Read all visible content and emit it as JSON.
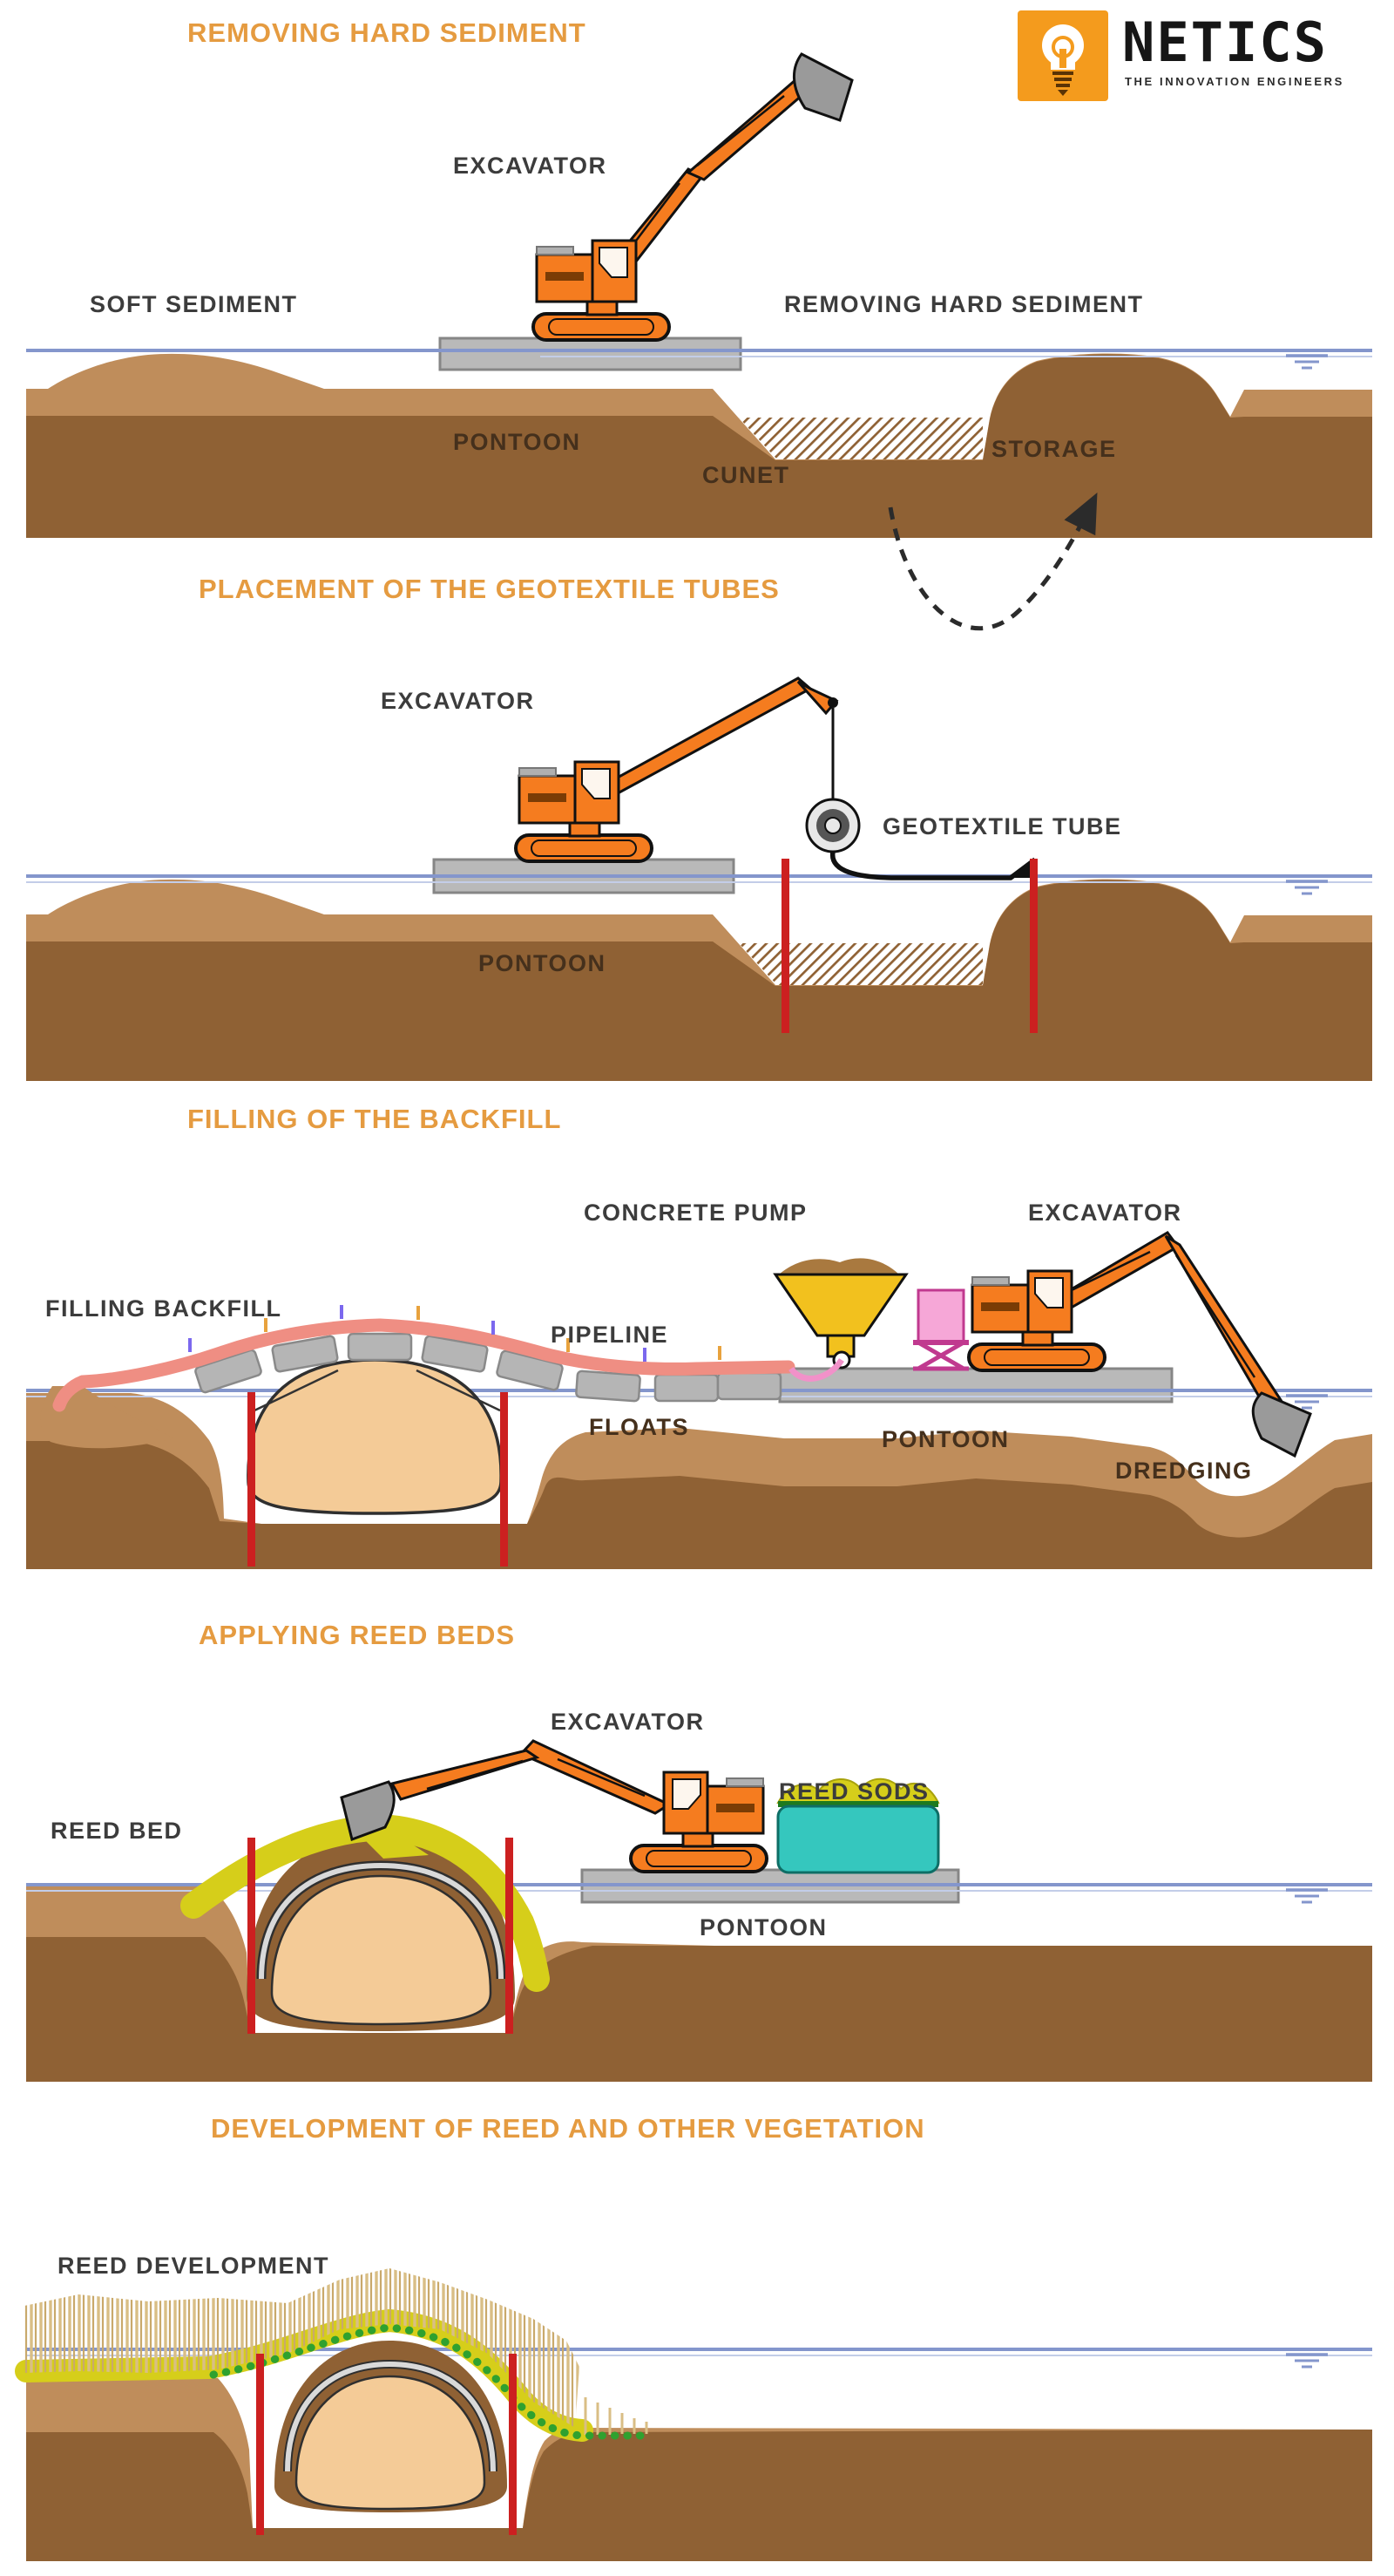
{
  "logo": {
    "name": "NETICS",
    "tagline": "THE INNOVATION ENGINEERS",
    "icon": "lightbulb-icon",
    "color": "#F49B1D"
  },
  "colors": {
    "title_orange": "#E59B40",
    "label_dark": "#3C3C3C",
    "label_soil": "#45301C",
    "machine_orange": "#F57C1F",
    "soil_light": "#BF8D5B",
    "soil_dark": "#8F6134",
    "water_blue": "#8496CC",
    "pontoon_gray": "#B9B9B9",
    "stake_red": "#CC2020",
    "geotube_peach": "#F4CB97",
    "pipeline_salmon": "#EF8E83",
    "hopper_yellow": "#F2C11E",
    "pump_pink": "#F6A7D7",
    "sods_cyan": "#35C7BE",
    "reed_yellow": "#D6CE1A",
    "dot_green": "#2FA12F",
    "reed_wheat": "#D9BE85",
    "bucket_gray": "#9A9A9A"
  },
  "panels": [
    {
      "title": "REMOVING HARD SEDIMENT",
      "labels": {
        "soft_sediment": "SOFT SEDIMENT",
        "excavator": "EXCAVATOR",
        "removing_hard_sediment": "REMOVING HARD SEDIMENT",
        "pontoon": "PONTOON",
        "cunet": "CUNET",
        "storage": "STORAGE"
      }
    },
    {
      "title": "PLACEMENT OF THE GEOTEXTILE TUBES",
      "labels": {
        "excavator": "EXCAVATOR",
        "geotextile_tube": "GEOTEXTILE TUBE",
        "pontoon": "PONTOON"
      }
    },
    {
      "title": "FILLING OF THE BACKFILL",
      "labels": {
        "concrete_pump": "CONCRETE PUMP",
        "excavator": "EXCAVATOR",
        "filling_backfill": "FILLING BACKFILL",
        "pipeline": "PIPELINE",
        "floats": "FLOATS",
        "pontoon": "PONTOON",
        "dredging": "DREDGING"
      }
    },
    {
      "title": "APPLYING REED BEDS",
      "labels": {
        "excavator": "EXCAVATOR",
        "reed_bed": "REED BED",
        "reed_sods": "REED SODS",
        "pontoon": "PONTOON"
      }
    },
    {
      "title": "DEVELOPMENT OF REED AND OTHER VEGETATION",
      "labels": {
        "reed_development": "REED DEVELOPMENT"
      }
    }
  ]
}
